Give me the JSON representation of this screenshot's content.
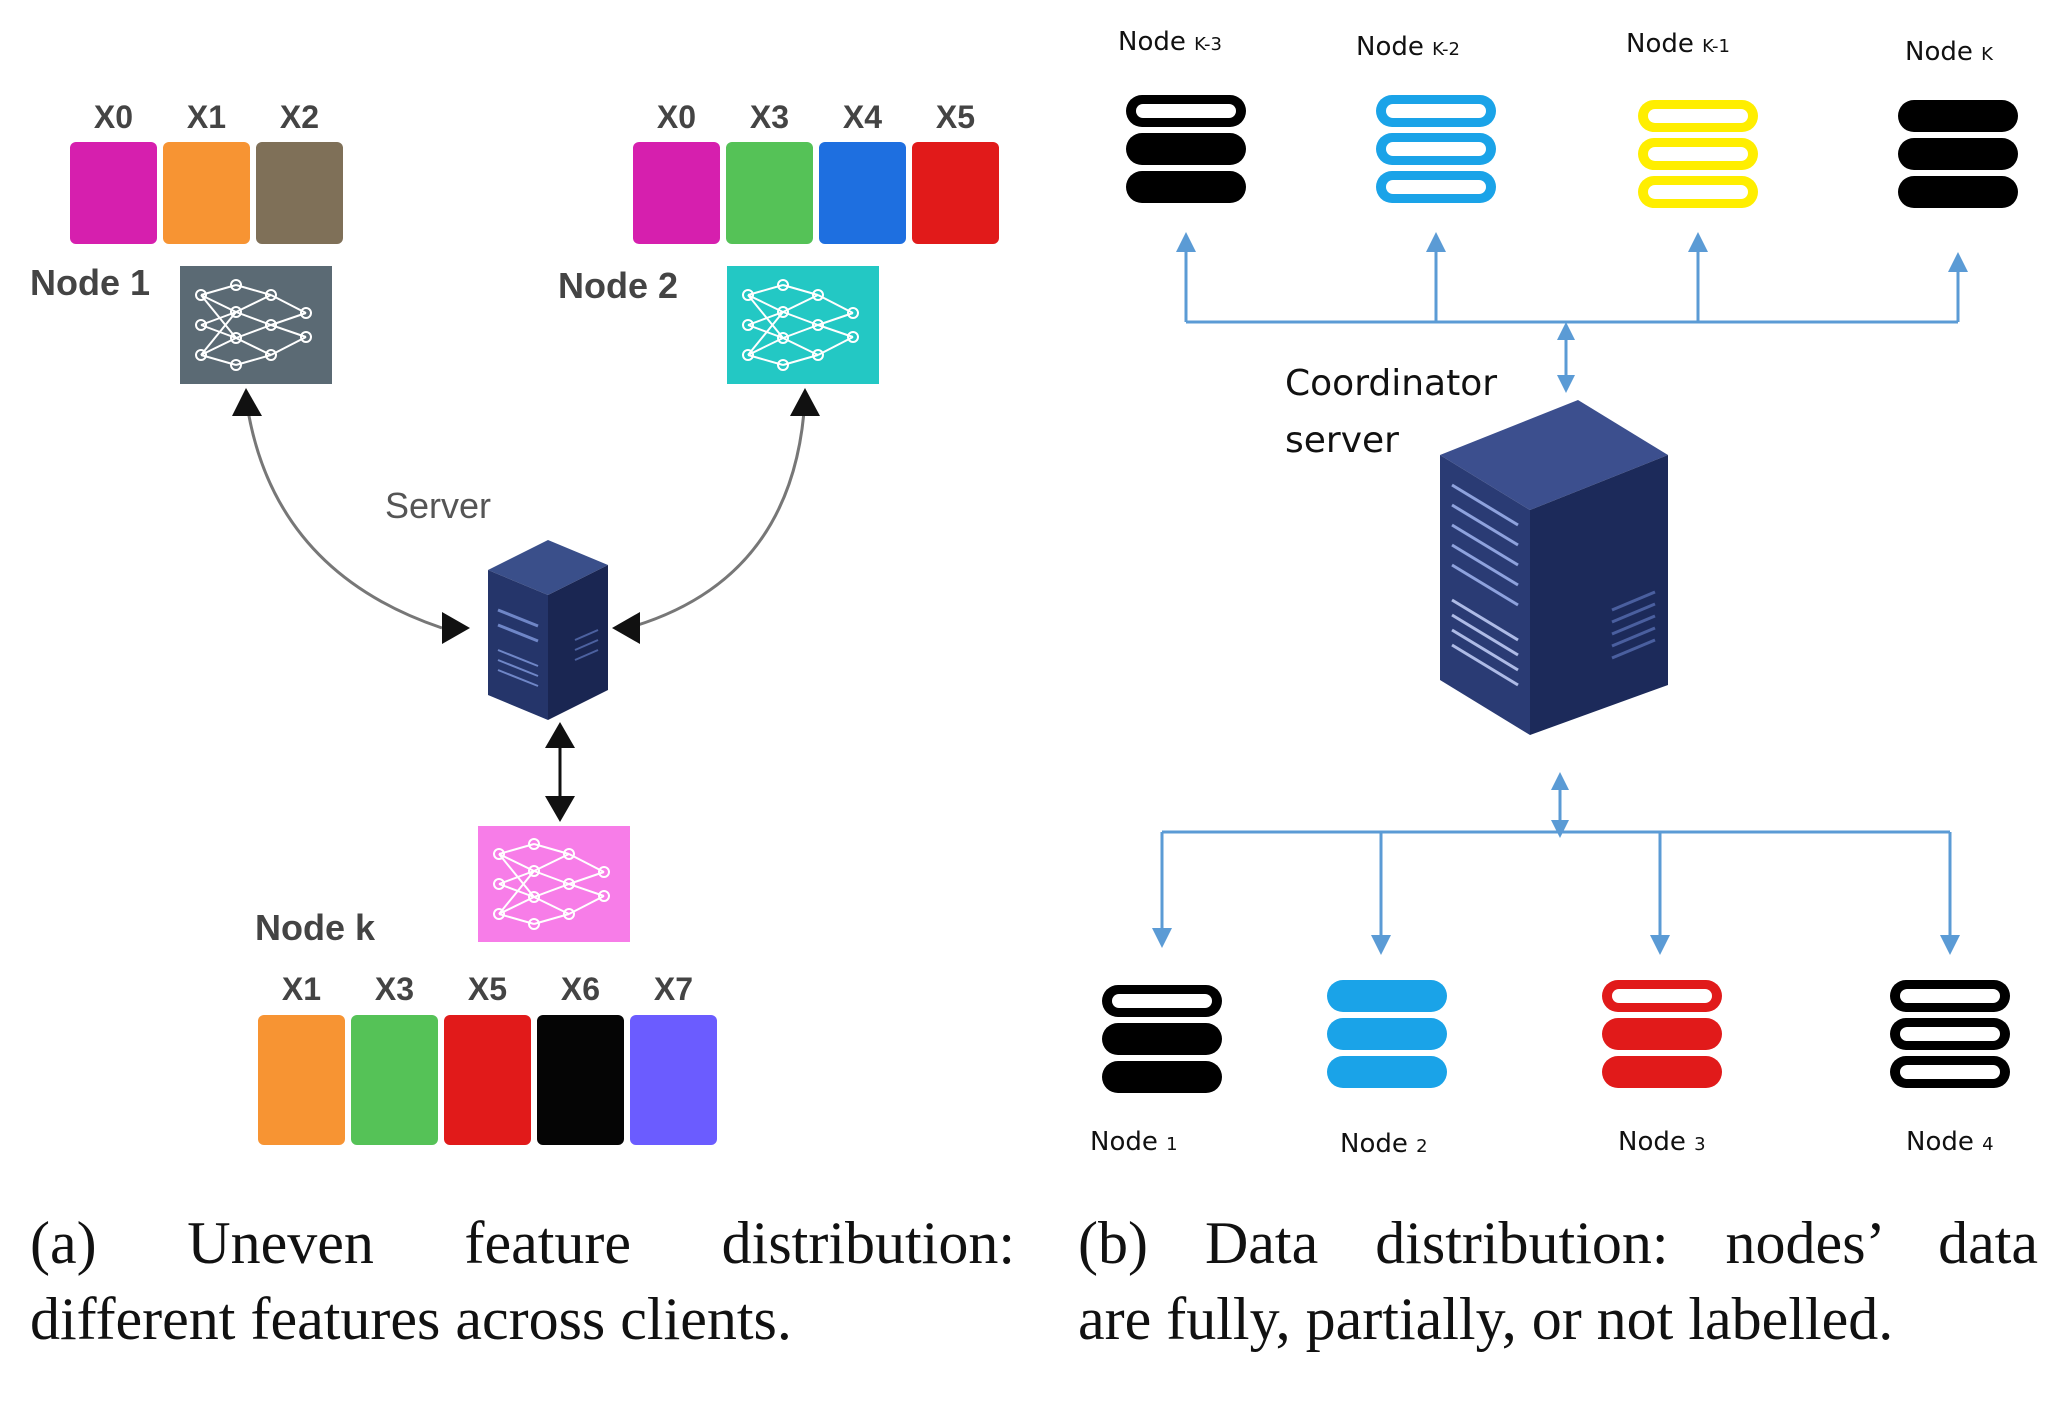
{
  "panel_a": {
    "node1": {
      "label": "Node 1",
      "features": [
        "X0",
        "X1",
        "X2"
      ],
      "colors": [
        "#d61fae",
        "#f79433",
        "#7f7058"
      ],
      "icon_color": "#5b6a74"
    },
    "node2": {
      "label": "Node 2",
      "features": [
        "X0",
        "X3",
        "X4",
        "X5"
      ],
      "colors": [
        "#d61fae",
        "#55c257",
        "#1e6fe0",
        "#e11a1a"
      ],
      "icon_color": "#23c8c4"
    },
    "nodek": {
      "label": "Node k",
      "features": [
        "X1",
        "X3",
        "X5",
        "X6",
        "X7"
      ],
      "colors": [
        "#f79433",
        "#55c257",
        "#e11a1a",
        "#050505",
        "#6b5cff"
      ],
      "icon_color": "#f77de8"
    },
    "server_label": "Server"
  },
  "panel_b": {
    "top_nodes": [
      {
        "label": "Node",
        "sub": "K-3",
        "color": "#000000",
        "style": "mixed"
      },
      {
        "label": "Node",
        "sub": "K-2",
        "color": "#1aa3e8",
        "style": "outline"
      },
      {
        "label": "Node",
        "sub": "K-1",
        "color": "#ffee00",
        "style": "outline"
      },
      {
        "label": "Node",
        "sub": "K",
        "color": "#000000",
        "style": "solid"
      }
    ],
    "bottom_nodes": [
      {
        "label": "Node",
        "sub": "1",
        "color": "#000000",
        "style": "mixed"
      },
      {
        "label": "Node",
        "sub": "2",
        "color": "#1aa3e8",
        "style": "solid"
      },
      {
        "label": "Node",
        "sub": "3",
        "color": "#e11a1a",
        "style": "mixed"
      },
      {
        "label": "Node",
        "sub": "4",
        "color": "#000000",
        "style": "outline"
      }
    ],
    "server_label_line1": "Coordinator",
    "server_label_line2": "server",
    "line_color": "#5b9bd5"
  },
  "captions": {
    "a_line1": "(a) Uneven feature distribution:",
    "a_line2": "different features across clients.",
    "b_line1": "(b) Data distribution: nodes’ data",
    "b_line2": "are fully, partially, or not labelled."
  }
}
